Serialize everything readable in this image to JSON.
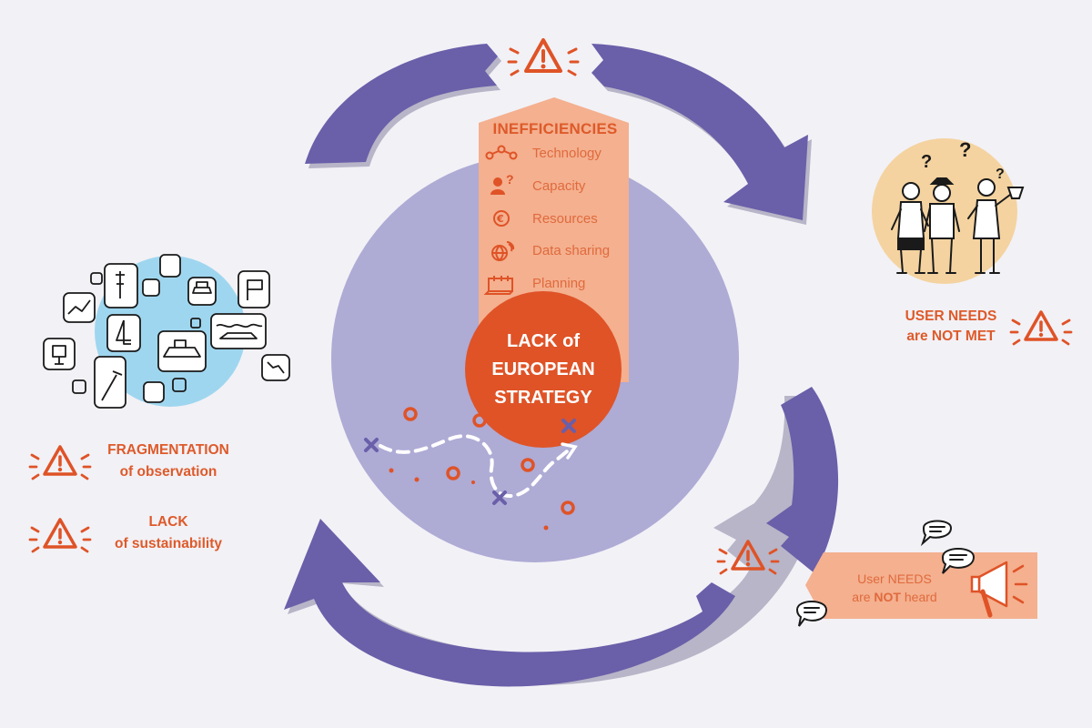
{
  "center": {
    "label_line1": "LACK of",
    "label_line2": "EUROPEAN",
    "label_line3": "STRATEGY"
  },
  "inefficiencies": {
    "title": "INEFFICIENCIES",
    "items": [
      {
        "label": "Technology",
        "icon": "network-icon"
      },
      {
        "label": "Capacity",
        "icon": "person-question-icon"
      },
      {
        "label": "Resources",
        "icon": "euro-coin-icon"
      },
      {
        "label": "Data sharing",
        "icon": "globe-icon"
      },
      {
        "label": "Planning",
        "icon": "calendar-icon"
      }
    ]
  },
  "left_issues": [
    {
      "line1": "FRAGMENTATION",
      "line2": "of observation",
      "icon": "warning-icon"
    },
    {
      "line1": "LACK",
      "line2": "of sustainability",
      "icon": "warning-icon"
    }
  ],
  "user_needs_met": {
    "line1": "USER NEEDS",
    "line2": "are NOT MET",
    "icon": "warning-icon"
  },
  "user_needs_heard": {
    "line1": "User NEEDS",
    "line2_pre": "are ",
    "line2_bold": "NOT",
    "line2_post": " heard",
    "icon": "megaphone-icon"
  },
  "colors": {
    "arrow": "#6a5fa9",
    "inner_circle": "#aeabd5",
    "accent_orange": "#de5a2a",
    "peach": "#f4b08f",
    "user_circle": "#f4d3a0",
    "observation_circle": "#9fd6ef"
  }
}
